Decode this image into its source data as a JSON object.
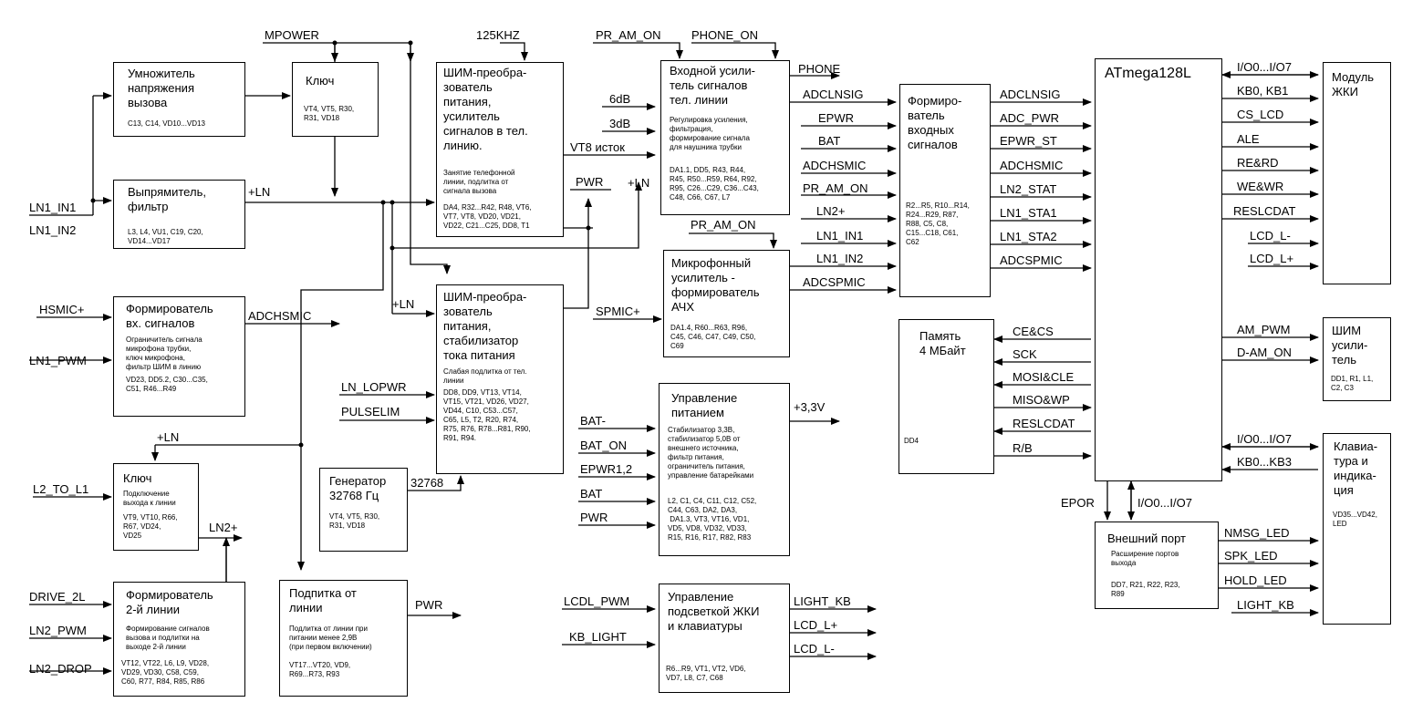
{
  "blocks": {
    "multiplier": {
      "title": "Умножитель\nнапряжения\nвызова",
      "parts": "C13, C14, VD10...VD13"
    },
    "key1": {
      "title": "Ключ",
      "parts": "VT4, VT5, R30,\nR31, VD18"
    },
    "pwm1": {
      "title": "ШИМ-преобра-\nзователь\nпитания,\nусилитель\nсигналов в тел.\nлинию.",
      "desc": "Занятие телефонной\nлинии, подлитка от\nсигнала вызова",
      "parts": "DA4, R32...R42, R48, VT6,\nVT7, VT8, VD20, VD21,\nVD22, C21...C25, DD8, T1"
    },
    "inamp": {
      "title": "Входной усили-\nтель сигналов\nтел. линии",
      "desc": "Регулировка усиления,\nфильтрация,\nформирование сигнала\nдля наушника трубки",
      "parts": "DA1.1, DD5, R43, R44,\nR45, R50...R59, R64, R92,\nR95, C26...C29, C36...C43,\nC48, C66, C67, L7"
    },
    "shaper_in": {
      "title": "Формиро-\nватель\nвходных\nсигналов",
      "parts": "R2...R5, R10...R14,\nR24...R29, R87,\nR88, C5, C8,\nC15...C18, C61,\nC62"
    },
    "mcu": {
      "title": "ATmega128L"
    },
    "lcd": {
      "title": "Модуль\nЖКИ"
    },
    "rectifier": {
      "title": "Выпрямитель,\nфильтр",
      "parts": "L3, L4, VU1, C19, C20,\nVD14...VD17"
    },
    "mic": {
      "title": "Микрофонный\nусилитель -\nформирователь\nАЧХ",
      "parts": "DA1.4, R60...R63, R96,\nC45, C46, C47, C49, C50,\nC69"
    },
    "hs_shaper": {
      "title": "Формирователь\nвх. сигналов",
      "desc": "Ограничитель сигнала\nмикрофона трубки,\nключ микрофона,\nфильтр ШИМ в линию",
      "parts": "VD23, DD5.2, C30...C35,\nC51, R46...R49"
    },
    "pwm2": {
      "title": "ШИМ-преобра-\nзователь\nпитания,\nстабилизатор\nтока питания",
      "desc": "Слабая подлитка от тел.\nлинии",
      "parts": "DD8, DD9, VT13, VT14,\nVT15, VT21, VD26, VD27,\nVD44, C10, C53...C57,\nC65, L5, T2, R20, R74,\nR75, R76, R78...R81, R90,\nR91, R94."
    },
    "mem": {
      "title": "Память\n4 МБайт",
      "parts": "DD4"
    },
    "pwm_amp": {
      "title": "ШИМ\nусили-\nтель",
      "parts": "DD1, R1, L1,\nC2, C3"
    },
    "power": {
      "title": "Управление\nпитанием",
      "desc": "Стабилизатор 3,3В,\nстабилизатор 5,0В от\nвнешнего источника,\nфильтр питания,\nограничитель питания,\nуправление батарейками",
      "parts": "L2, C1, C4, C11, C12, C52,\nC44, C63, DA2, DA3,\n DA1.3, VT3, VT16, VD1,\nVD5, VD8, VD32, VD33,\nR15, R16, R17, R82, R83"
    },
    "key2": {
      "title": "Ключ",
      "desc": "Подключение\nвыхода к линии",
      "parts": "VT9, VT10, R66,\nR67, VD24,\nVD25"
    },
    "gen": {
      "title": "Генератор\n32768 Гц",
      "parts": "VT4, VT5, R30,\nR31, VD18"
    },
    "keyboard": {
      "title": "Клавиа-\nтура и\nиндика-\nция",
      "parts": "VD35...VD42,\nLED"
    },
    "ext_port": {
      "title": "Внешний порт",
      "desc": "Расширение портов\nвыхода",
      "parts": "DD7, R21, R22, R23,\nR89"
    },
    "line2": {
      "title": "Формирователь\n2-й линии",
      "desc": "Формирование сигналов\nвызова и подлитки на\nвыходе 2-й линии",
      "parts": "VT12, VT22, L6, L9, VD28,\nVD29, VD30, C58, C59,\nC60, R77, R84, R85, R86"
    },
    "feed": {
      "title": "Подпитка от\nлинии",
      "desc": "Подлитка от линии при\nпитании менее 2,9В\n(при первом включении)",
      "parts": "VT17...VT20, VD9,\nR69...R73, R93"
    },
    "backlight": {
      "title": "Управление\nподсветкой ЖКИ\nи клавиатуры",
      "parts": "R6...R9, VT1, VT2, VD6,\nVD7, L8, C7, C68"
    }
  },
  "signals": {
    "mpower": "MPOWER",
    "khz": "125KHZ",
    "pr_am_on_top": "PR_AM_ON",
    "phone_on": "PHONE_ON",
    "phone": "PHONE",
    "adclnsig": "ADCLNSIG",
    "epwr": "EPWR",
    "bat": "BAT",
    "adchsmic": "ADCHSMIC",
    "pr_am_on": "PR_AM_ON",
    "ln2p": "LN2+",
    "ln1_in1": "LN1_IN1",
    "ln1_in2": "LN1_IN2",
    "adcspmic": "ADCSPMIC",
    "db6": "6dB",
    "db3": "3dB",
    "vt8": "VT8 исток",
    "pwr": "PWR",
    "plusln": "+LN",
    "pr_am_on_mic": "PR_AM_ON",
    "spmic": "SPMIC+",
    "hsmic": "HSMIC+",
    "ln1_pwm": "LN1_PWM",
    "adchsmic_out": "ADCHSMIC",
    "ln_lopwr": "LN_LOPWR",
    "pulselim": "PULSELIM",
    "f32768": "32768",
    "l2_to_l1": "L2_TO_L1",
    "drive_2l": "DRIVE_2L",
    "ln2_pwm": "LN2_PWM",
    "ln2_drop": "LN2_DROP",
    "pwr_out": "PWR",
    "bat_minus": "BAT-",
    "bat_on": "BAT_ON",
    "epwr12": "EPWR1,2",
    "bat2": "BAT",
    "pwr2": "PWR",
    "v33": "+3,3V",
    "lcdl_pwm": "LCDL_PWM",
    "kb_light": "KB_LIGHT",
    "light_kb": "LIGHT_KB",
    "lcd_lp": "LCD_L+",
    "lcd_lm": "LCD_L-",
    "sh_adclnsig": "ADCLNSIG",
    "sh_adc_pwr": "ADC_PWR",
    "sh_epwr_st": "EPWR_ST",
    "sh_adchsmic": "ADCHSMIC",
    "sh_ln2_stat": "LN2_STAT",
    "sh_ln1_sta1": "LN1_STA1",
    "sh_ln1_sta2": "LN1_STA2",
    "sh_adcspmic": "ADCSPMIC",
    "io_lcd": "I/O0...I/O7",
    "kb01": "KB0, KB1",
    "cs_lcd": "CS_LCD",
    "ale": "ALE",
    "rerd": "RE&RD",
    "wewr": "WE&WR",
    "reslcdat": "RESLCDAT",
    "lcdlm": "LCD_L-",
    "lcdlp": "LCD_L+",
    "am_pwm": "AM_PWM",
    "d_am_on": "D-AM_ON",
    "cecs": "CE&CS",
    "sck": "SCK",
    "mosi": "MOSI&CLE",
    "miso": "MISO&WP",
    "reslcdat2": "RESLCDAT",
    "rb": "R/B",
    "io_kb": "I/O0...I/O7",
    "kb03": "KB0...KB3",
    "epor": "EPOR",
    "io_ext": "I/O0...I/O7",
    "nmsg": "NMSG_LED",
    "spk": "SPK_LED",
    "hold": "HOLD_LED",
    "lightkb2": "LIGHT_KB",
    "ln1in1_left": "LN1_IN1",
    "ln1in2_left": "LN1_IN2",
    "plusln_r": "+LN",
    "plusln_pwm2": "+LN",
    "plusln_key2": "+LN",
    "ln2plus_key2": "LN2+"
  }
}
